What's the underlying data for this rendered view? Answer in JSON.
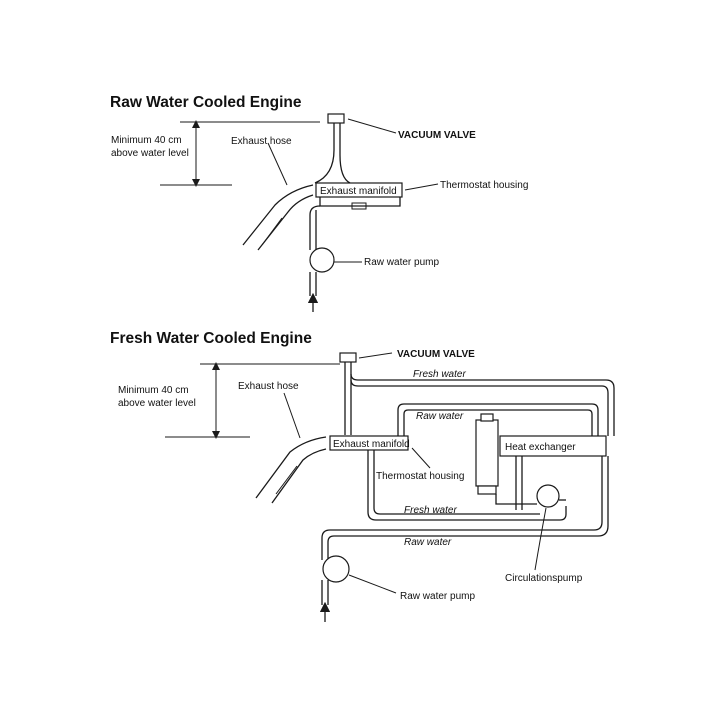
{
  "raw": {
    "title": "Raw Water Cooled Engine",
    "minimum_line1": "Minimum 40 cm",
    "minimum_line2": "above water level",
    "exhaust_hose": "Exhaust hose",
    "vacuum_valve": "VACUUM VALVE",
    "exhaust_manifold": "Exhaust manifold",
    "thermostat_housing": "Thermostat housing",
    "raw_water_pump": "Raw water pump"
  },
  "fresh": {
    "title": "Fresh Water Cooled Engine",
    "vacuum_valve": "VACUUM VALVE",
    "minimum_line1": "Minimum 40 cm",
    "minimum_line2": "above water level",
    "exhaust_hose": "Exhaust hose",
    "fresh_water_top": "Fresh water",
    "raw_water_mid": "Raw water",
    "heat_exchanger": "Heat exchanger",
    "exhaust_manifold": "Exhaust manifold",
    "thermostat_housing": "Thermostat housing",
    "fresh_water_bottom": "Fresh water",
    "raw_water_bottom": "Raw water",
    "circulation_pump": "Circulationspump",
    "raw_water_pump": "Raw water pump"
  }
}
